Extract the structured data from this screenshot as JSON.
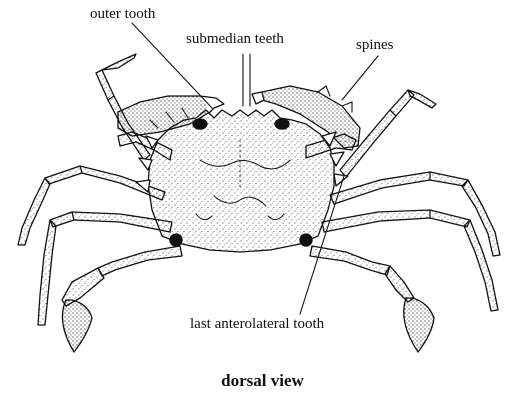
{
  "labels": {
    "outer_tooth": "outer tooth",
    "submedian_teeth": "submedian teeth",
    "spines": "spines",
    "last_anterolateral_tooth": "last anterolateral tooth"
  },
  "caption": "dorsal view",
  "colors": {
    "ink": "#111111",
    "background": "#ffffff"
  }
}
